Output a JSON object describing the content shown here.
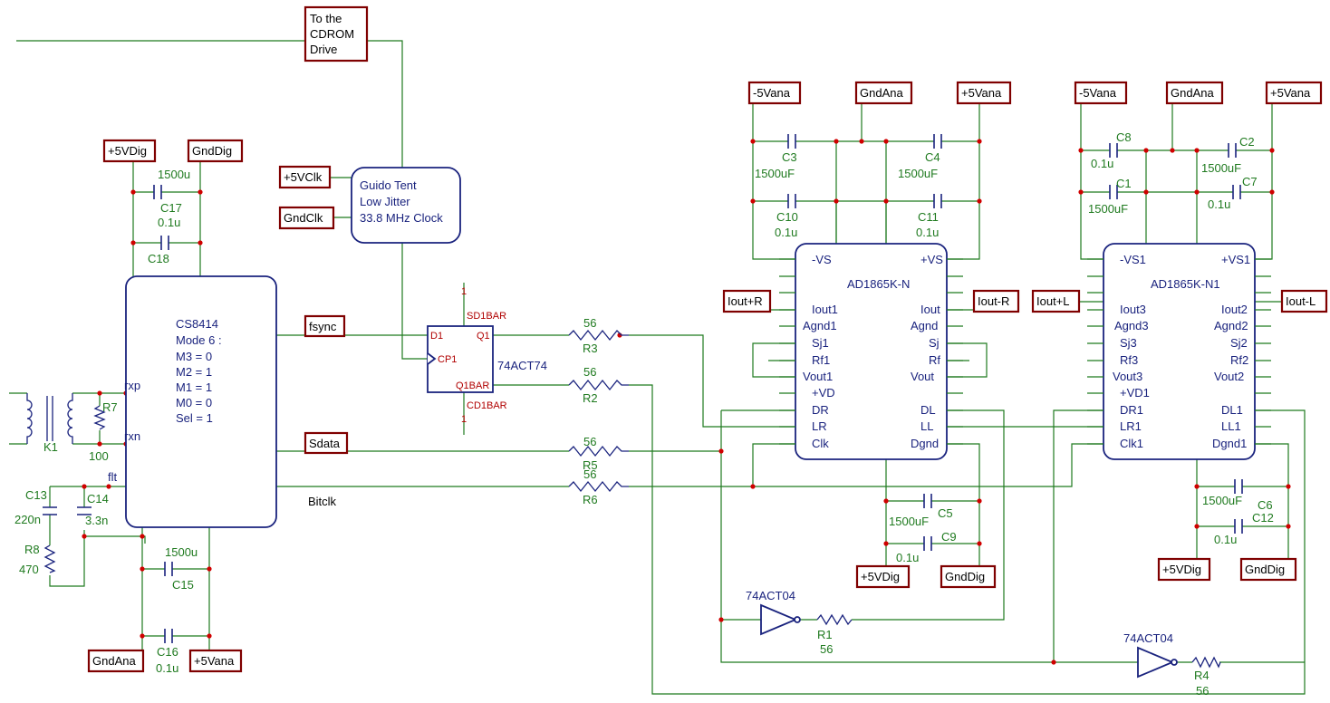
{
  "ports": {
    "cdrom": "To the\nCDROM\nDrive",
    "vdig_top": "+5VDig",
    "gnddig_top": "GndDig",
    "vclk": "+5VClk",
    "gndclk": "GndClk",
    "fsync": "fsync",
    "sdata": "Sdata",
    "bitclk": "Bitclk",
    "gndana_bot": "GndAna",
    "vana_bot": "+5Vana",
    "dac1_neg": "-5Vana",
    "dac1_gnd": "GndAna",
    "dac1_pos": "+5Vana",
    "dac2_neg": "-5Vana",
    "dac2_gnd": "GndAna",
    "dac2_pos": "+5Vana",
    "iout_pos_r": "Iout+R",
    "iout_neg_r": "Iout-R",
    "iout_pos_l": "Iout+L",
    "iout_neg_l": "Iout-L",
    "dac1_vdig": "+5VDig",
    "dac1_gnddig": "GndDig",
    "dac2_vdig": "+5VDig",
    "dac2_gnddig": "GndDig"
  },
  "clock": {
    "lines": [
      "Guido Tent",
      "Low Jitter",
      "33.8 MHz Clock"
    ]
  },
  "receiver": {
    "lines": [
      "CS8414",
      "Mode 6 :",
      "M3 = 0",
      "M2 = 1",
      "M1 = 1",
      "M0 = 0",
      "Sel = 1"
    ],
    "pins": {
      "rxp": "rxp",
      "rxn": "rxn",
      "flt": "flt"
    }
  },
  "flipflop": {
    "name": "74ACT74",
    "pins": {
      "d1": "D1",
      "cp1": "CP1",
      "q1": "Q1",
      "q1bar": "Q1BAR",
      "sd1bar": "SD1BAR",
      "cd1bar": "CD1BAR",
      "one_top": "1",
      "one_bot": "1"
    }
  },
  "dac1": {
    "name": "AD1865K-N",
    "left_pins": [
      "-VS",
      "Iout1",
      "Agnd1",
      "Sj1",
      "Rf1",
      "Vout1",
      "+VD",
      "DR",
      "LR",
      "Clk"
    ],
    "right_pins": [
      "+VS",
      "Iout",
      "Agnd",
      "Sj",
      "Rf",
      "Vout",
      "DL",
      "LL",
      "Dgnd"
    ]
  },
  "dac2": {
    "name": "AD1865K-N1",
    "left_pins": [
      "-VS1",
      "Iout3",
      "Agnd3",
      "Sj3",
      "Rf3",
      "Vout3",
      "+VD1",
      "DR1",
      "LR1",
      "Clk1"
    ],
    "right_pins": [
      "+VS1",
      "Iout2",
      "Agnd2",
      "Sj2",
      "Rf2",
      "Vout2",
      "DL1",
      "LL1",
      "Dgnd1"
    ]
  },
  "inverters": [
    {
      "name": "74ACT04"
    },
    {
      "name": "74ACT04"
    }
  ],
  "components": {
    "C17": {
      "name": "C17",
      "value": "1500u"
    },
    "C18": {
      "name": "C18",
      "value": "0.1u"
    },
    "R7": {
      "name": "R7",
      "value": "100"
    },
    "K1": {
      "name": "K1"
    },
    "C13": {
      "name": "C13",
      "value": "220n"
    },
    "C14": {
      "name": "C14",
      "value": "3.3n"
    },
    "R8": {
      "name": "R8",
      "value": "470"
    },
    "C15": {
      "name": "C15",
      "value": "1500u"
    },
    "C16": {
      "name": "C16",
      "value": "0.1u"
    },
    "R3": {
      "name": "R3",
      "value": "56"
    },
    "R2": {
      "name": "R2",
      "value": "56"
    },
    "R5": {
      "name": "R5",
      "value": "56"
    },
    "R6": {
      "name": "R6",
      "value": "56"
    },
    "C3": {
      "name": "C3",
      "value": "1500uF"
    },
    "C4": {
      "name": "C4",
      "value": "1500uF"
    },
    "C10": {
      "name": "C10",
      "value": "0.1u"
    },
    "C11": {
      "name": "C11",
      "value": "0.1u"
    },
    "C8": {
      "name": "C8",
      "value": "0.1u"
    },
    "C2": {
      "name": "C2",
      "value": "1500uF"
    },
    "C1": {
      "name": "C1",
      "value": "1500uF"
    },
    "C7": {
      "name": "C7",
      "value": "0.1u"
    },
    "C5": {
      "name": "C5",
      "value": "1500uF"
    },
    "C9": {
      "name": "C9",
      "value": "0.1u"
    },
    "C6": {
      "name": "C6",
      "value": "1500uF"
    },
    "C12": {
      "name": "C12",
      "value": "0.1u"
    },
    "R1": {
      "name": "R1",
      "value": "56"
    },
    "R4": {
      "name": "R4",
      "value": "56"
    }
  }
}
